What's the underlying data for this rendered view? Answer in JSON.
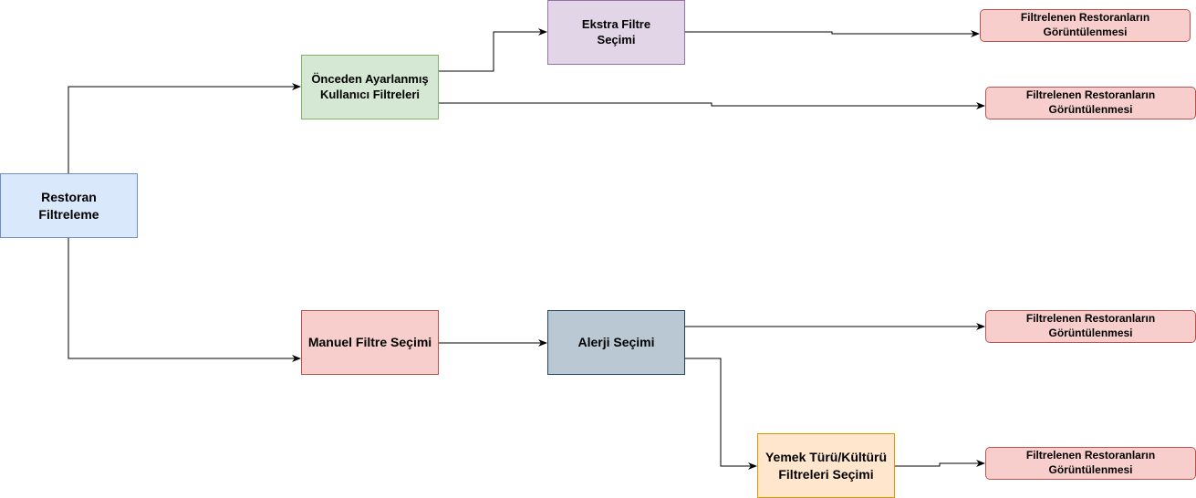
{
  "colors": {
    "blue_fill": "#dae8fc",
    "blue_stroke": "#6c8ebf",
    "green_fill": "#d5e8d4",
    "green_stroke": "#82b366",
    "purple_fill": "#e1d5e7",
    "purple_stroke": "#9673a6",
    "red_fill": "#f8cecc",
    "red_stroke": "#b85450",
    "gray_fill": "#bac8d3",
    "gray_stroke": "#23445d",
    "orange_fill": "#ffe6cc",
    "orange_stroke": "#d79b00",
    "edge": "#000000"
  },
  "nodes": {
    "root": "Restoran\nFiltreleme",
    "preset": "Önceden Ayarlanmış\nKullanıcı Filtreleri",
    "extra": "Ekstra Filtre\nSeçimi",
    "manual": "Manuel Filtre Seçimi",
    "allergy": "Alerji Seçimi",
    "cuisine": "Yemek Türü/Kültürü\nFiltreleri Seçimi",
    "result_1": "Filtrelenen Restoranların\nGörüntülenmesi",
    "result_2": "Filtrelenen Restoranların\nGörüntülenmesi",
    "result_3": "Filtrelenen Restoranların\nGörüntülenmesi",
    "result_4": "Filtrelenen Restoranların\nGörüntülenmesi"
  },
  "edges": [
    {
      "from": "root",
      "to": "preset"
    },
    {
      "from": "root",
      "to": "manual"
    },
    {
      "from": "preset",
      "to": "extra"
    },
    {
      "from": "preset",
      "to": "result_2"
    },
    {
      "from": "extra",
      "to": "result_1"
    },
    {
      "from": "manual",
      "to": "allergy"
    },
    {
      "from": "allergy",
      "to": "result_3"
    },
    {
      "from": "allergy",
      "to": "cuisine"
    },
    {
      "from": "cuisine",
      "to": "result_4"
    }
  ]
}
